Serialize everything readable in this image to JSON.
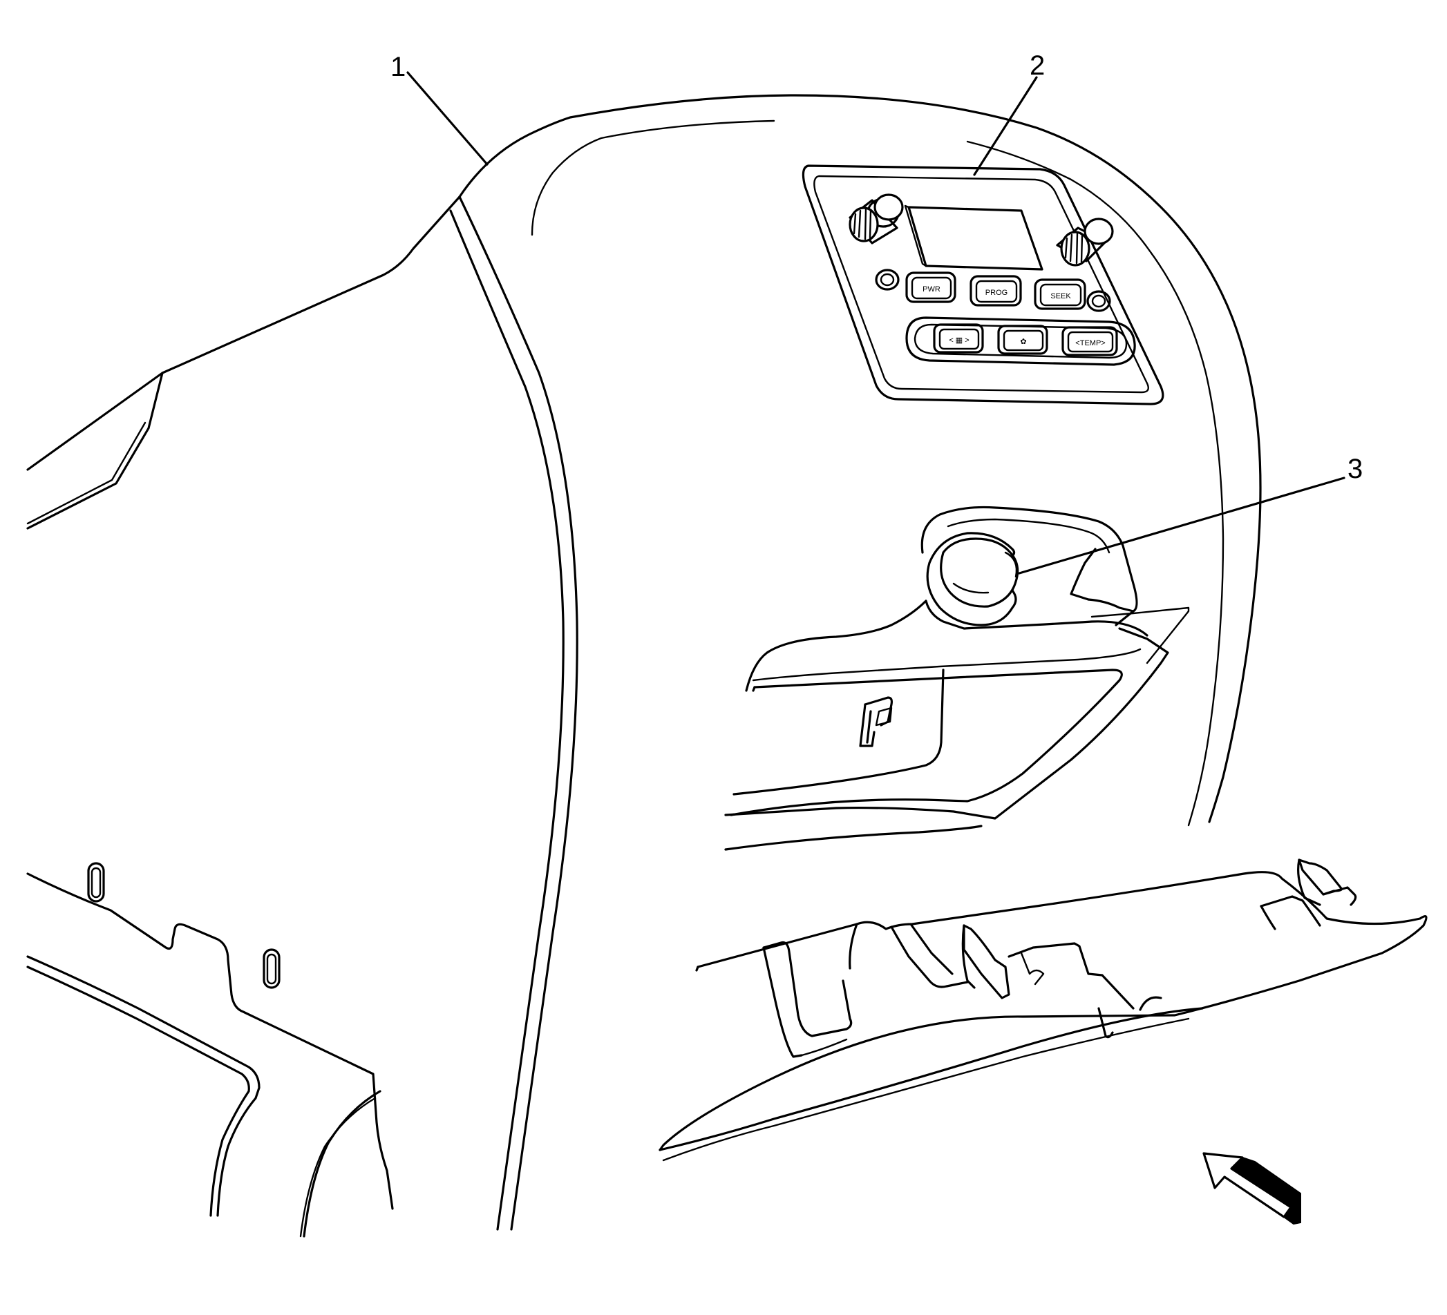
{
  "callouts": [
    {
      "id": "1",
      "label": "1"
    },
    {
      "id": "2",
      "label": "2"
    },
    {
      "id": "3",
      "label": "3"
    }
  ],
  "control_panel": {
    "buttons_top": [
      "PWR",
      "PROG",
      "SEEK"
    ],
    "buttons_bottom": [
      "< ▦ >",
      "✿",
      "<TEMP>"
    ]
  },
  "colors": {
    "line": "#000000",
    "background": "#ffffff"
  }
}
